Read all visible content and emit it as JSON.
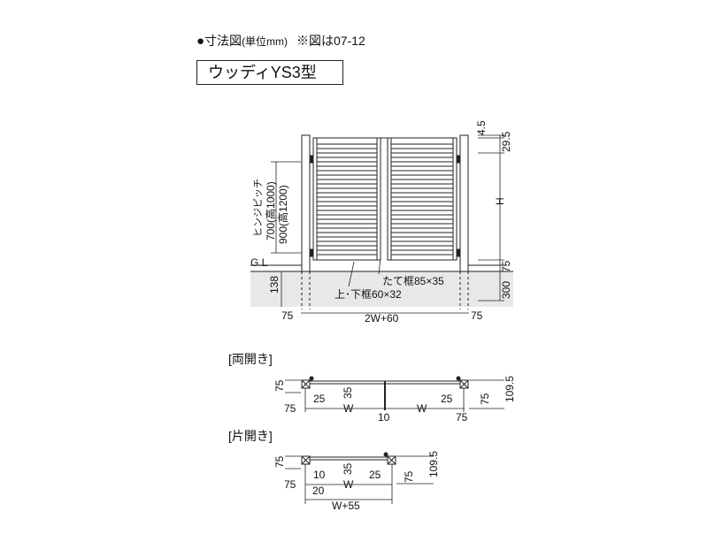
{
  "header": {
    "bullet": "●",
    "title": "寸法図",
    "unit": "(単位mm)",
    "note": "※図は07-12"
  },
  "model_name": "ウッディYS3型",
  "elevation": {
    "hinge_label_1": "ヒンジピッチ",
    "hinge_label_2": "700(高1000)",
    "hinge_label_3": "900(高1200)",
    "gl": "G.L",
    "dim_138": "138",
    "dim_4_5": "4.5",
    "dim_29_5": "29.5",
    "dim_h": "H",
    "dim_75_right": "75",
    "dim_300": "300",
    "frame_vertical": "たて框85×35",
    "frame_top_bottom": "上･下框60×32",
    "bottom_left": "75",
    "bottom_center": "2W+60",
    "bottom_right": "75"
  },
  "double_section": {
    "label": "[両開き]",
    "left_top": "75",
    "left_bottom": "75",
    "d25_left": "25",
    "d35": "35",
    "w_left": "W",
    "d10": "10",
    "w_right": "W",
    "d25_right": "25",
    "right_bottom": "75",
    "right_side": "75",
    "right_109": "109.5"
  },
  "single_section": {
    "label": "[片開き]",
    "left_top": "75",
    "left_bottom": "75",
    "d10": "10",
    "d35": "35",
    "d25": "25",
    "d20": "20",
    "w": "W",
    "d75_right": "75",
    "d109": "109.5",
    "total": "W+55"
  }
}
